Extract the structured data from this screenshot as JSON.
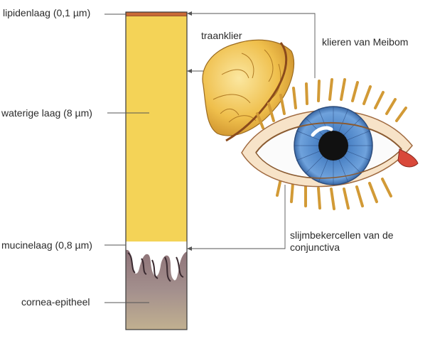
{
  "labels": {
    "lipid_layer": "lipidenlaag (0,1 µm)",
    "watery_layer": "waterige laag (8 µm)",
    "mucin_layer": "mucinelaag (0,8 µm)",
    "cornea_epithelium": "cornea-epitheel",
    "lacrimal_gland": "traanklier",
    "meibomian_glands": "klieren van Meibom",
    "goblet_cells_line1": "slijmbekercellen van de",
    "goblet_cells_line2": "conjunctiva"
  },
  "colors": {
    "lipid": "#c96a36",
    "watery": "#f4d357",
    "mucin": "#ffffff",
    "cornea": "#a58e8c",
    "iris": "#5b8fcf",
    "lash": "#d9a13a",
    "gland": "#f0bf4a"
  }
}
